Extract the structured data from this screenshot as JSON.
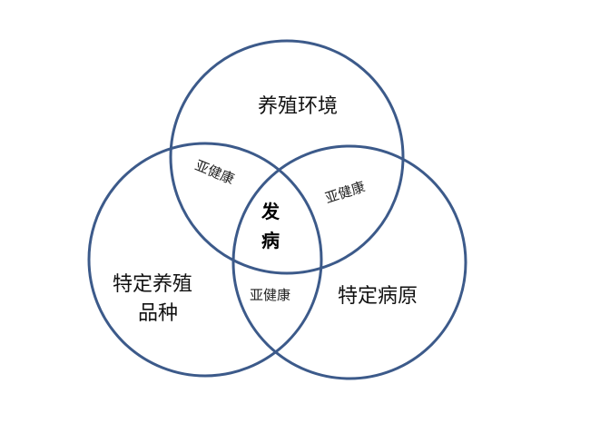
{
  "diagram": {
    "circles": {
      "top": "养殖环境",
      "left_line1": "特定养殖",
      "left_line2": "品种",
      "right": "特定病原"
    },
    "overlaps": {
      "top_left": "亚健康",
      "top_right": "亚健康",
      "bottom": "亚健康"
    },
    "center_line1": "发",
    "center_line2": "病",
    "stroke_color": "#3c5a8a"
  }
}
